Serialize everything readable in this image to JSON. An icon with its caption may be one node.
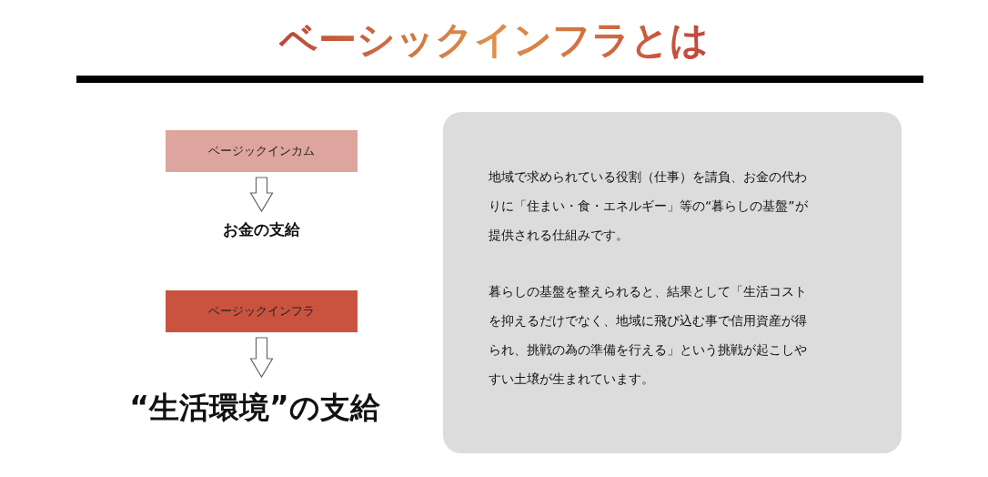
{
  "diagram": {
    "title": "ベーシックインフラとは",
    "nodes": [
      {
        "text": [
          "ベージックインカム"
        ]
      },
      {
        "text": [
          "お金の支給"
        ]
      },
      {
        "text": [
          "ベージックインフラ"
        ]
      },
      {
        "text": [
          "“生活環境”の支給"
        ]
      },
      {
        "text": [
          "地域で求められている役割（仕事）を請負、お金の代わりに「住まい・食・エネルギー」等の“暮らしの基盤”が提供される仕組みです。",
          "暮らしの基盤を整えられると、結果として「生活コストを抑えるだけでなく、地域に飛び込む事で信用資産が得られ、挑戦の為の準備を行える」という挑戦が起こしやすい土壌が生まれています。"
        ]
      }
    ],
    "edges": [
      {
        "from": 0,
        "to": 1,
        "arrow": "to"
      },
      {
        "from": 2,
        "to": 3,
        "arrow": "to"
      }
    ]
  }
}
